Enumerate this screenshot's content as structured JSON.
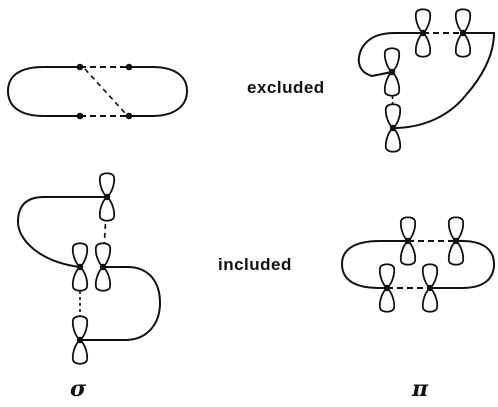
{
  "labels": {
    "excluded": "excluded",
    "included": "included",
    "sigma": "σ",
    "pi": "π"
  }
}
